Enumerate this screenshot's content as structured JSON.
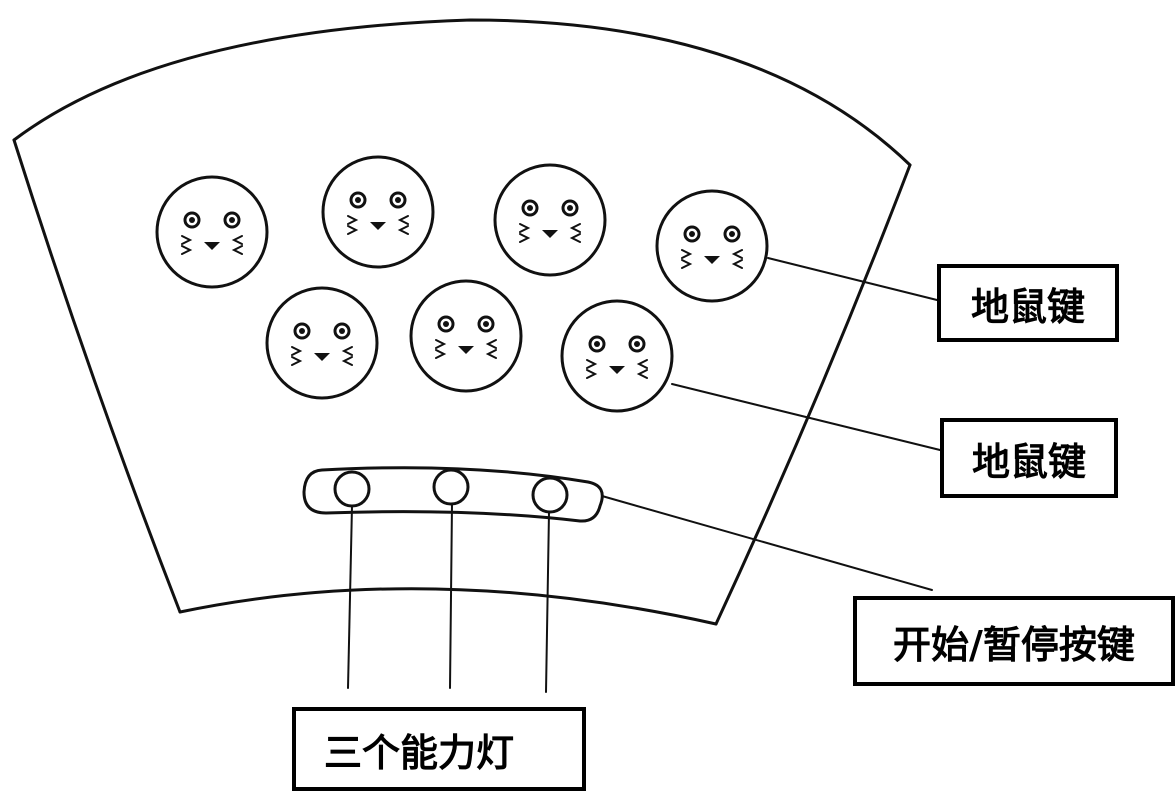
{
  "labels": {
    "mole_key_1": "地鼠键",
    "mole_key_2": "地鼠键",
    "start_pause_key": "开始/暂停按键",
    "ability_lights": "三个能力灯"
  },
  "components": {
    "mole_keys_count": 7,
    "ability_lights_count": 3
  },
  "icons": {
    "mole": "mole-face-icon",
    "light": "ability-light-icon"
  },
  "colors": {
    "ink": "#111111",
    "background": "#ffffff"
  }
}
